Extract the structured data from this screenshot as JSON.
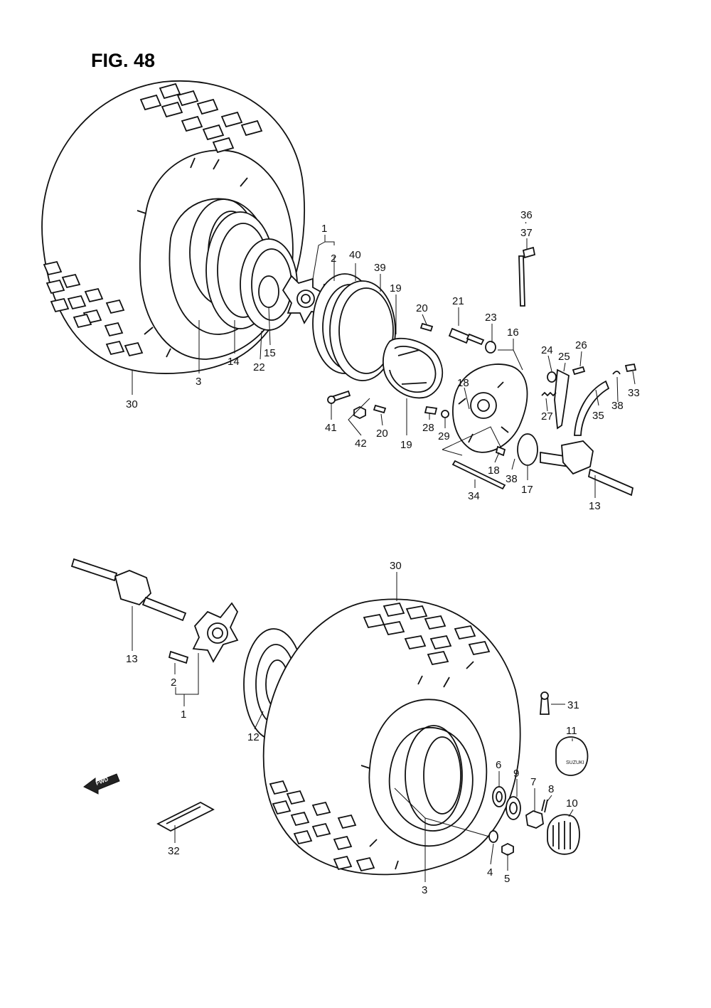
{
  "figure": {
    "title": "FIG. 48"
  },
  "icons": {
    "fwd_arrow": "fwd-arrow-icon",
    "fwd_text": "FWD"
  },
  "callouts": [
    "1",
    "2",
    "40",
    "39",
    "19",
    "20",
    "21",
    "23",
    "16",
    "24",
    "25",
    "26",
    "36",
    "·",
    "37",
    "33",
    "38",
    "35",
    "27",
    "3",
    "14",
    "22",
    "15",
    "30",
    "41",
    "42",
    "20",
    "19",
    "28",
    "29",
    "18",
    "18",
    "38",
    "17",
    "34",
    "13",
    "30",
    "13",
    "2",
    "1",
    "12",
    "31",
    "11",
    "6",
    "9",
    "7",
    "8",
    "10",
    "32",
    "3",
    "4",
    "5"
  ],
  "hubcap_text": "SUZUKI"
}
